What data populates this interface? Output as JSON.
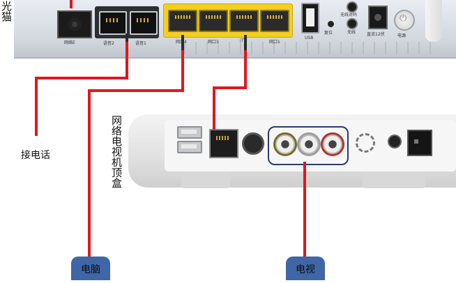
{
  "modem": {
    "label": "光猫",
    "ports": {
      "fiber": "网络E",
      "phone2": "语音2",
      "phone1": "语音1",
      "lan4": "网口4",
      "lan3": "网口3",
      "itv": "iTV",
      "lan1": "网口1",
      "usb": "USB",
      "reset": "复位",
      "wireless": "无线对码",
      "wifi": "无线",
      "dc": "直流12伏",
      "power": "电源"
    }
  },
  "stb": {
    "label": "网络电视机顶盒"
  },
  "phone_caption": "接电话",
  "badges": {
    "computer": "电脑",
    "tv": "电视"
  },
  "colors": {
    "cable": "#e0181e",
    "cable_dark": "#2b2b2b",
    "lan_yellow": "#f3cf1f",
    "badge_blue": "#3f67a7"
  }
}
